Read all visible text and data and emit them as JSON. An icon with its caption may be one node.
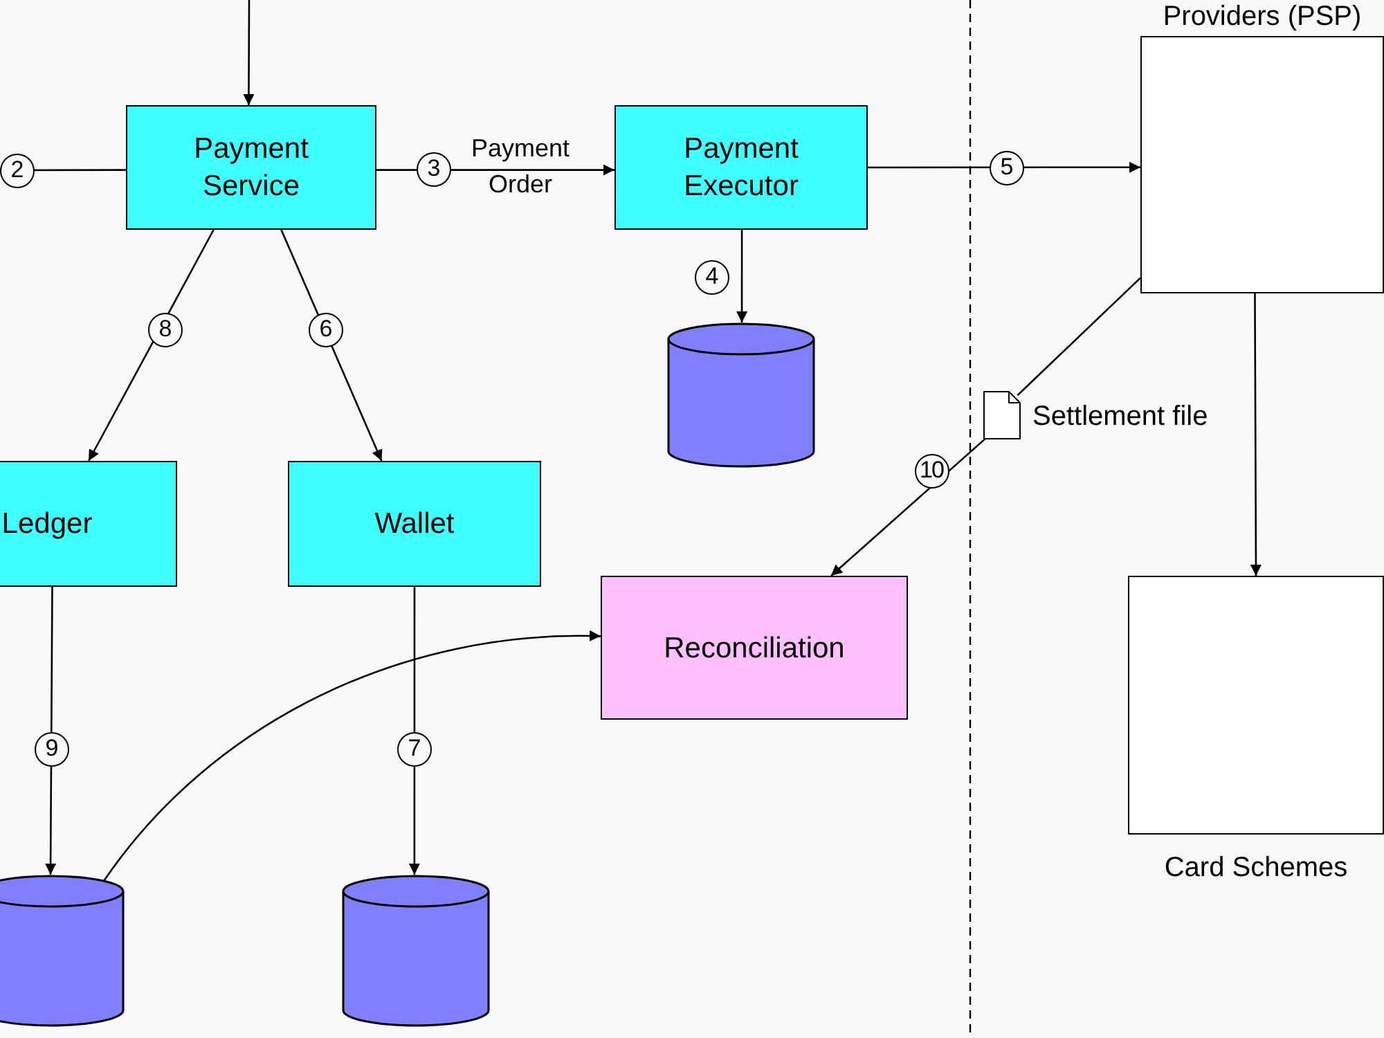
{
  "diagram": {
    "nodes": [
      {
        "text": [
          "Payment Service"
        ]
      },
      {
        "text": [
          "Payment Executor"
        ]
      },
      {
        "text": [
          "Providers (PSP)"
        ]
      },
      {
        "text": [
          "Card Schemes"
        ]
      },
      {
        "text": [
          "Ledger"
        ]
      },
      {
        "text": [
          "Wallet"
        ]
      },
      {
        "text": [
          "Reconciliation"
        ]
      },
      {
        "text": [],
        "shape": "cylinder"
      },
      {
        "text": [],
        "shape": "cylinder"
      },
      {
        "text": [],
        "shape": "cylinder"
      },
      {
        "text": [],
        "shape": "document",
        "beside": [
          "Settlement file"
        ]
      }
    ],
    "edges": [
      {
        "from": null,
        "to": 0,
        "arrow": "to"
      },
      {
        "from": null,
        "to": 0,
        "arrow": "none",
        "label": "2"
      },
      {
        "from": 0,
        "to": 1,
        "arrow": "to",
        "label": "3"
      },
      {
        "from": 1,
        "to": 7,
        "arrow": "to",
        "label": "4"
      },
      {
        "from": 1,
        "to": 2,
        "arrow": "to",
        "label": "5"
      },
      {
        "from": 0,
        "to": 5,
        "arrow": "to",
        "label": "6"
      },
      {
        "from": 0,
        "to": 4,
        "arrow": "to",
        "label": "8"
      },
      {
        "from": 5,
        "to": 9,
        "arrow": "to",
        "label": "7"
      },
      {
        "from": 4,
        "to": 8,
        "arrow": "to",
        "label": "9"
      },
      {
        "from": 8,
        "to": 6,
        "arrow": "to"
      },
      {
        "from": 2,
        "to": 10,
        "arrow": "none"
      },
      {
        "from": 10,
        "to": 6,
        "arrow": "to",
        "label": "10"
      },
      {
        "from": 2,
        "to": 3,
        "arrow": "to"
      }
    ],
    "labels": [
      "Payment Order"
    ]
  }
}
